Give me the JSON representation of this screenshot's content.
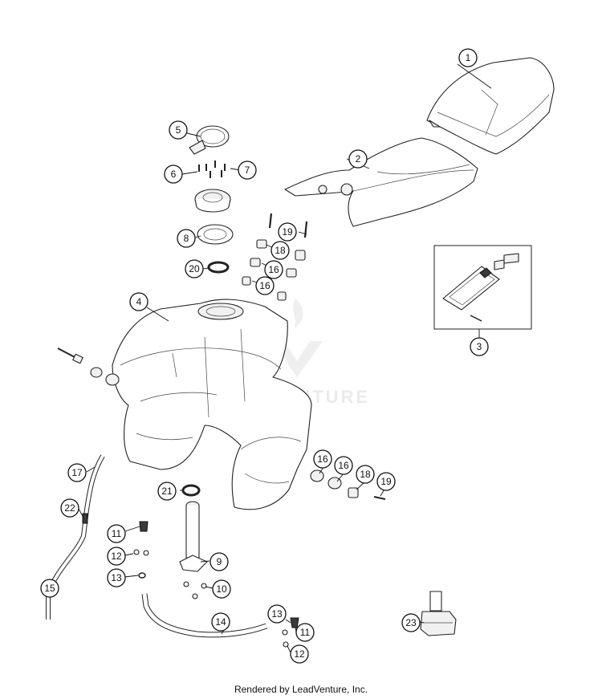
{
  "watermark": "VENTURE",
  "footer": "Rendered by LeadVenture, Inc.",
  "callouts": [
    "1",
    "2",
    "3",
    "4",
    "5",
    "6",
    "7",
    "8",
    "9",
    "10",
    "11",
    "11",
    "12",
    "12",
    "13",
    "13",
    "15",
    "14",
    "16",
    "16",
    "16",
    "16",
    "17",
    "18",
    "18",
    "19",
    "19",
    "20",
    "21",
    "22",
    "23"
  ]
}
